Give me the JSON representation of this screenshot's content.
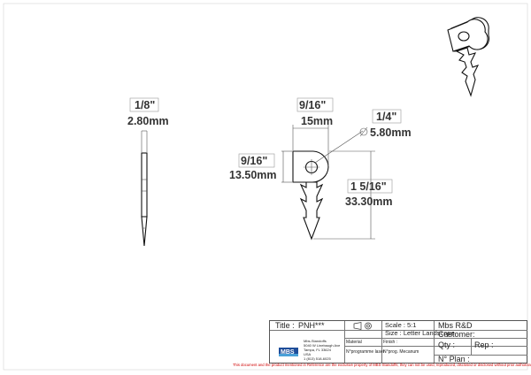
{
  "dimensions": {
    "thickness": {
      "inch": "1/8\"",
      "mm": "2.80mm"
    },
    "head_width": {
      "inch": "9/16\"",
      "mm": "15mm"
    },
    "head_height": {
      "inch": "9/16\"",
      "mm": "13.50mm"
    },
    "hole": {
      "inch": "1/4\"",
      "mm": "5.80mm"
    },
    "overall_length": {
      "inch": "1 5/16\"",
      "mm": "33.30mm"
    }
  },
  "title_block": {
    "title_label": "Title :",
    "title_value": "PNH***",
    "scale": "Scale : 5:1",
    "size": "Size : Letter Landscape",
    "company": "Mbs R&D",
    "customer_label": "Customer:",
    "qty_label": "Qty :",
    "rep_label": "Rep :",
    "plan_label": "N° Plan :",
    "material_label": "Material",
    "finish_label": "Finish :",
    "program_label": "N°programme laser",
    "prog_label": "N°prog. Mecanum",
    "logo_text": "MBS",
    "address": [
      "Mbs-Standoffs",
      "5040 W Linebaugh Ave",
      "Tampa, FL 33624",
      "USA",
      "1 (813) 518-6025"
    ]
  },
  "notice": "This document and the product mentioned in Reference are the exclusive property of MBS-Standoffs; they can not be used, reproduced, disclosed or disclosed without prior authorization"
}
